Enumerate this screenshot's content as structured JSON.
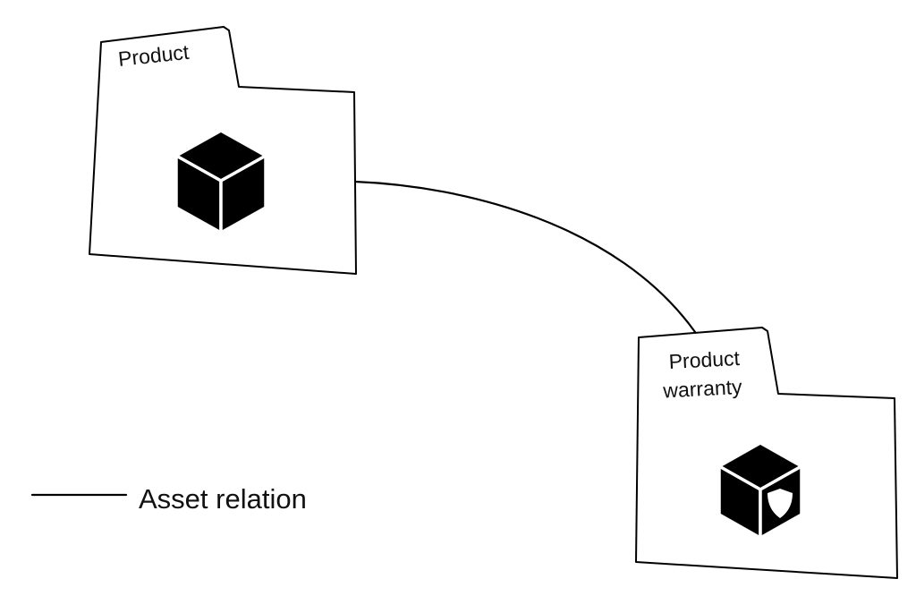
{
  "diagram": {
    "background": "#ffffff",
    "stroke_color": "#000000",
    "nodes": {
      "product": {
        "label": "Product",
        "icon": "cube-icon"
      },
      "product_warranty": {
        "label_line1": "Product",
        "label_line2": "warranty",
        "icon": "shield-cube-icon"
      }
    },
    "edges": [
      {
        "from": "product",
        "to": "product_warranty",
        "relation": "Asset relation"
      }
    ],
    "legend": {
      "label": "Asset relation"
    }
  }
}
